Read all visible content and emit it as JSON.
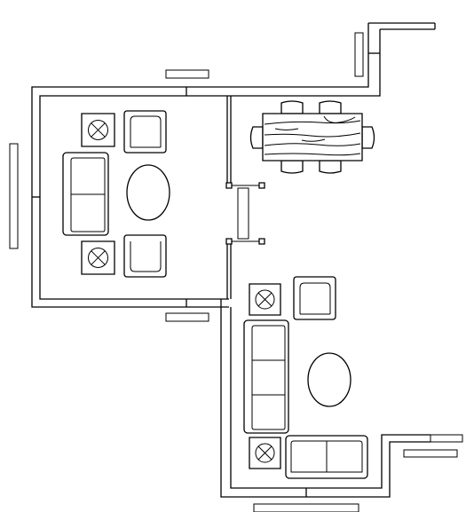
{
  "plan": {
    "stroke_color": "#000000",
    "background_color": "#ffffff",
    "elements": [
      "outer-walls",
      "windows",
      "partition-with-door",
      "dining-table-with-chairs",
      "living-area-1",
      "living-area-2"
    ]
  }
}
